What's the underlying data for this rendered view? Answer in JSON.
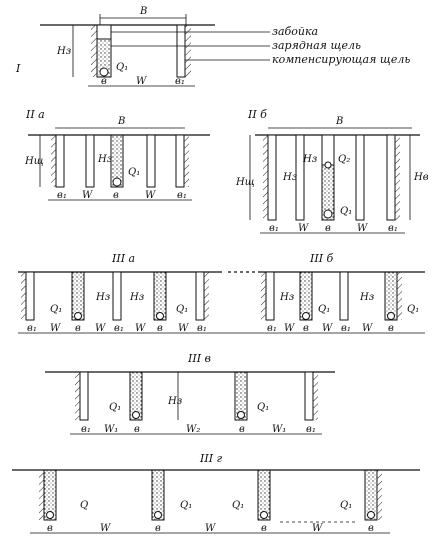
{
  "panel_labels": {
    "I": "I",
    "IIa": "II а",
    "IIb": "II б",
    "IIIa": "III а",
    "IIIb": "III б",
    "IIIv": "III в",
    "IIIg": "III г"
  },
  "legend": {
    "stemming": "забойка",
    "charge_slot": "зарядная щель",
    "compensating_slot": "компенсирующая щель"
  },
  "labels": {
    "B": "B",
    "W": "W",
    "W1": "W₁",
    "W2": "W₂",
    "b": "в",
    "b1": "в₁",
    "Hz": "Hз",
    "Hshch": "Hщ",
    "Hv": "Hв",
    "Q": "Q",
    "Q1": "Q₁",
    "Q2": "Q₂"
  }
}
